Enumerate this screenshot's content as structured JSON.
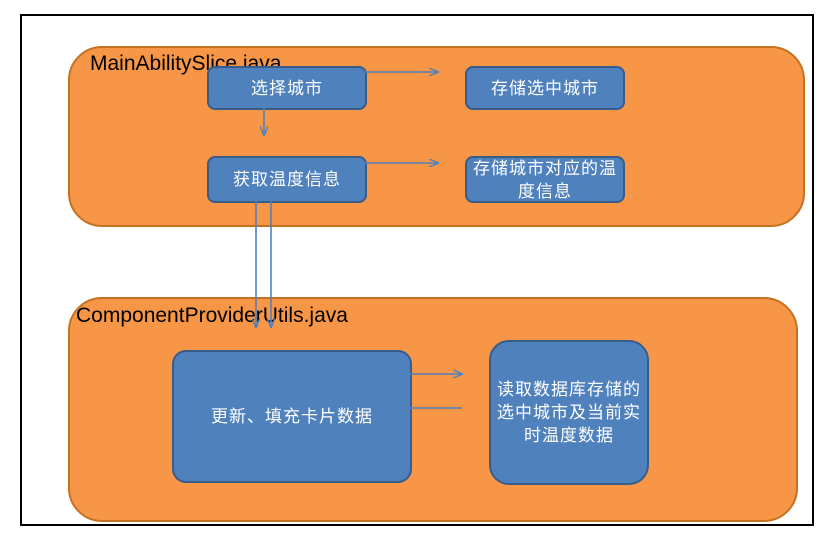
{
  "diagram": {
    "title": "",
    "colors": {
      "panel_fill": "#F79646",
      "panel_border": "#C5711F",
      "node_fill": "#4F81BD",
      "node_border": "#385D8A",
      "node_text": "#FFFFFF",
      "arrow": "#4F81BD",
      "frame": "#000000",
      "background": "#FFFFFF"
    },
    "panels": [
      {
        "id": "main-ability-slice",
        "label": "MainAbilitySlice.java",
        "nodes": [
          {
            "id": "select-city",
            "label": "选择城市"
          },
          {
            "id": "store-city",
            "label": "存储选中城市"
          },
          {
            "id": "get-temp",
            "label": "获取温度信息"
          },
          {
            "id": "store-temp",
            "label": "存储城市对应的温度信息"
          }
        ]
      },
      {
        "id": "component-provider-utils",
        "label": "ComponentProviderUtils.java",
        "nodes": [
          {
            "id": "update-card",
            "label": "更新、填充卡片数据"
          },
          {
            "id": "read-db",
            "label": "读取数据库存储的选中城市及当前实时温度数据"
          }
        ]
      }
    ],
    "edges": [
      {
        "id": "select-city-to-store-city",
        "from": "select-city",
        "to": "store-city",
        "direction": "right"
      },
      {
        "id": "select-city-to-get-temp",
        "from": "select-city",
        "to": "get-temp",
        "direction": "down"
      },
      {
        "id": "get-temp-to-store-temp",
        "from": "get-temp",
        "to": "store-temp",
        "direction": "right"
      },
      {
        "id": "get-temp-to-update-card-a",
        "from": "get-temp",
        "to": "update-card",
        "direction": "down"
      },
      {
        "id": "get-temp-to-update-card-b",
        "from": "get-temp",
        "to": "update-card",
        "direction": "down"
      },
      {
        "id": "update-card-to-read-db",
        "from": "update-card",
        "to": "read-db",
        "direction": "right"
      },
      {
        "id": "read-db-to-update-card",
        "from": "read-db",
        "to": "update-card",
        "direction": "left"
      }
    ]
  }
}
